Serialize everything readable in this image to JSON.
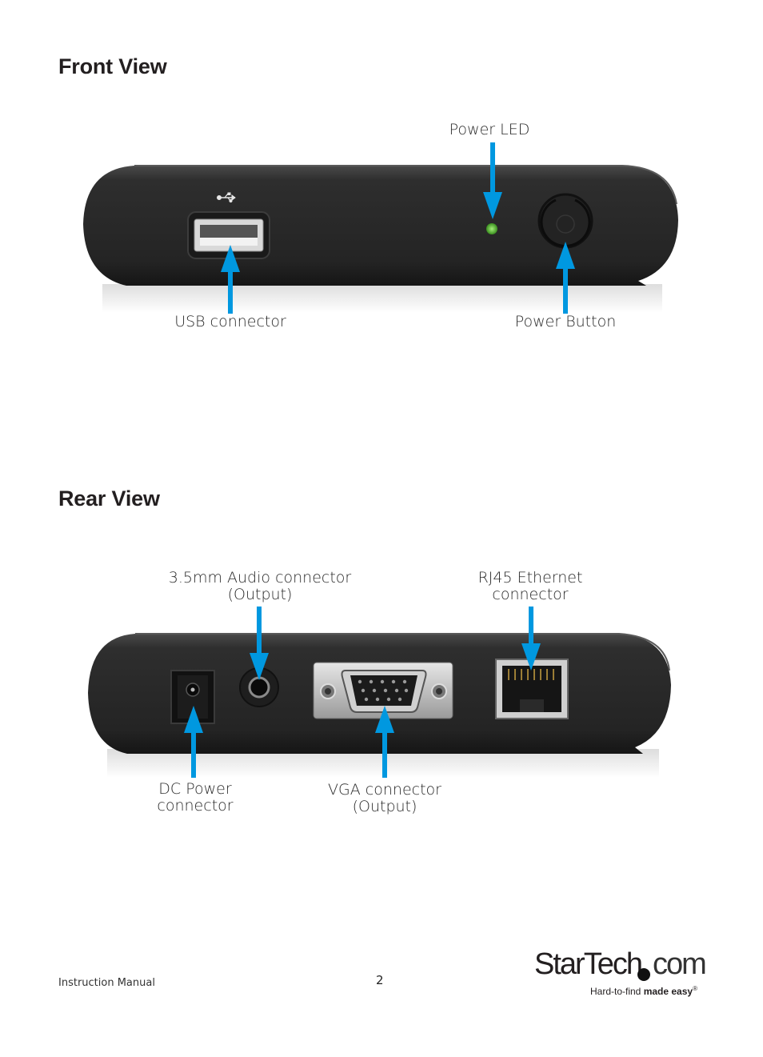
{
  "front": {
    "heading": "Front View",
    "labels": {
      "power_led": "Power LED",
      "usb": "USB connector",
      "power_button": "Power Button"
    }
  },
  "rear": {
    "heading": "Rear View",
    "labels": {
      "audio_line1": "3.5mm Audio connector",
      "audio_line2": "(Output)",
      "rj45_line1": "RJ45 Ethernet",
      "rj45_line2": "connector",
      "dc_line1": "DC Power",
      "dc_line2": "connector",
      "vga_line1": "VGA connector",
      "vga_line2": "(Output)"
    }
  },
  "footer": {
    "manual": "Instruction Manual",
    "page": "2",
    "logo_start": "StarTech",
    "logo_end": "com",
    "tagline_plain": "Hard-to-find",
    "tagline_bold": "made easy",
    "tagline_mark": "®"
  },
  "colors": {
    "arrow": "#0098e0",
    "device": "#2b2b2b",
    "led": "#5fc43a"
  },
  "icons": {
    "usb_symbol": "usb-icon",
    "power_symbol": "power-icon"
  }
}
